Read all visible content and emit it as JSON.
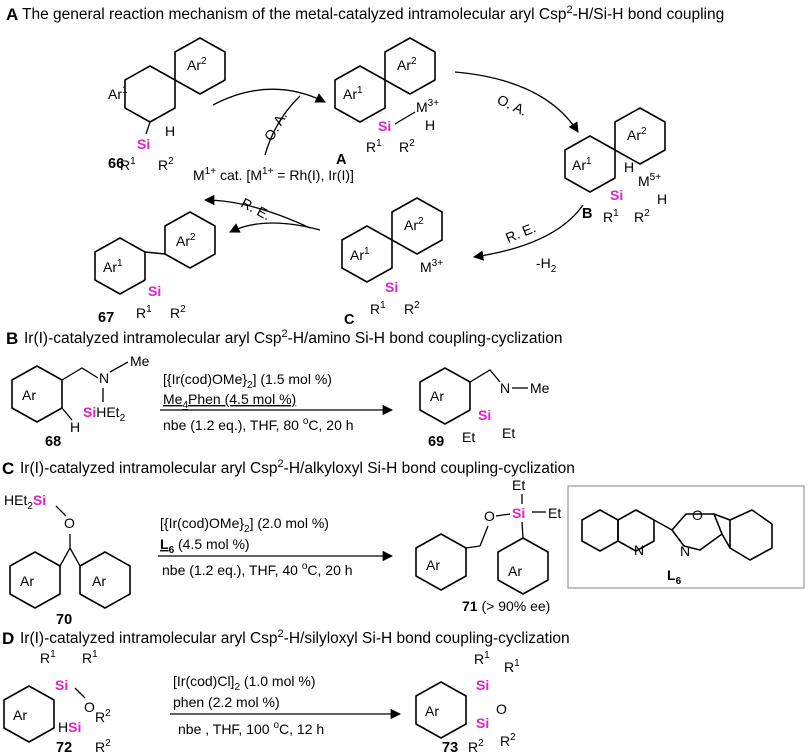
{
  "sections": [
    {
      "letter": "A",
      "title": "The general reaction mechanism of the metal-catalyzed intramolecular aryl Csp",
      "sup": "2",
      "title_tail": "-H/Si-H bond coupling"
    },
    {
      "letter": "B",
      "title": "Ir(I)-catalyzed intramolecular aryl Csp",
      "sup": "2",
      "title_tail": "-H/amino Si-H bond coupling-cyclization"
    },
    {
      "letter": "C",
      "title": "Ir(I)-catalyzed intramolecular aryl Csp",
      "sup": "2",
      "title_tail": "-H/alkyloxyl Si-H bond coupling-cyclization"
    },
    {
      "letter": "D",
      "title": "Ir(I)-catalyzed intramolecular aryl Csp",
      "sup": "2",
      "title_tail": "-H/silyloxyl Si-H bond coupling-cyclization"
    }
  ],
  "mechanism": {
    "catalyst": "M",
    "catalyst_sup": "1+",
    "catalyst_tail": " cat. [M",
    "catalyst_tail_sup": "1+",
    "catalyst_tail2": " = Rh(I), Ir(I)]",
    "step_oa1": "O. A.",
    "step_oa2": "O. A.",
    "step_re1": "R. E.",
    "step_re2": "R. E.",
    "step_re2_sub": "-H",
    "step_re2_sub_num": "2",
    "label_A": "A",
    "label_B": "B",
    "label_C": "C",
    "cmpd_66": "66",
    "cmpd_67": "67"
  },
  "reactionB": {
    "cond1": "[{Ir(cod)OMe}",
    "cond1_sub": "2",
    "cond1_tail": "] (1.5 mol %)",
    "cond2": "Me",
    "cond2_sub": "4",
    "cond2_tail": "Phen (4.5 mol %)",
    "cond3": "nbe (1.2 eq.), THF, 80 ",
    "cond3_sup": "o",
    "cond3_tail": "C, 20 h",
    "sm": "68",
    "product": "69"
  },
  "reactionC": {
    "cond1": "[{Ir(cod)OMe}",
    "cond1_sub": "2",
    "cond1_tail": "] (2.0 mol %)",
    "cond2": "L",
    "cond2_sub": "6",
    "cond2_tail": " (4.5 mol %)",
    "cond3": "nbe (1.2 eq.), THF, 40 ",
    "cond3_sup": "o",
    "cond3_tail": "C, 20 h",
    "sm": "70",
    "product": "71",
    "product_note": " (> 90% ee)",
    "ligand": "L",
    "ligand_sub": "6"
  },
  "reactionD": {
    "cond1": "[Ir(cod)Cl]",
    "cond1_sub": "2",
    "cond1_tail": " (1.0 mol %)",
    "cond2": "phen (2.2 mol %)",
    "cond3": "nbe , THF, 100 ",
    "cond3_sup": "o",
    "cond3_tail": "C, 12 h",
    "sm": "72",
    "product": "73"
  },
  "atoms": {
    "Ar": "Ar",
    "Ar1": "Ar",
    "Ar2": "Ar",
    "one": "1",
    "two": "2",
    "Si": "Si",
    "H": "H",
    "R": "R",
    "M": "M",
    "three_plus": "3+",
    "five_plus": "5+",
    "N": "N",
    "O": "O",
    "Me": "Me",
    "Et": "Et",
    "HEt2": "HEt",
    "SiHEt": "SiHEt"
  },
  "colors": {
    "silicon": "#e020c8",
    "ink": "#000000",
    "box": "#999999"
  }
}
